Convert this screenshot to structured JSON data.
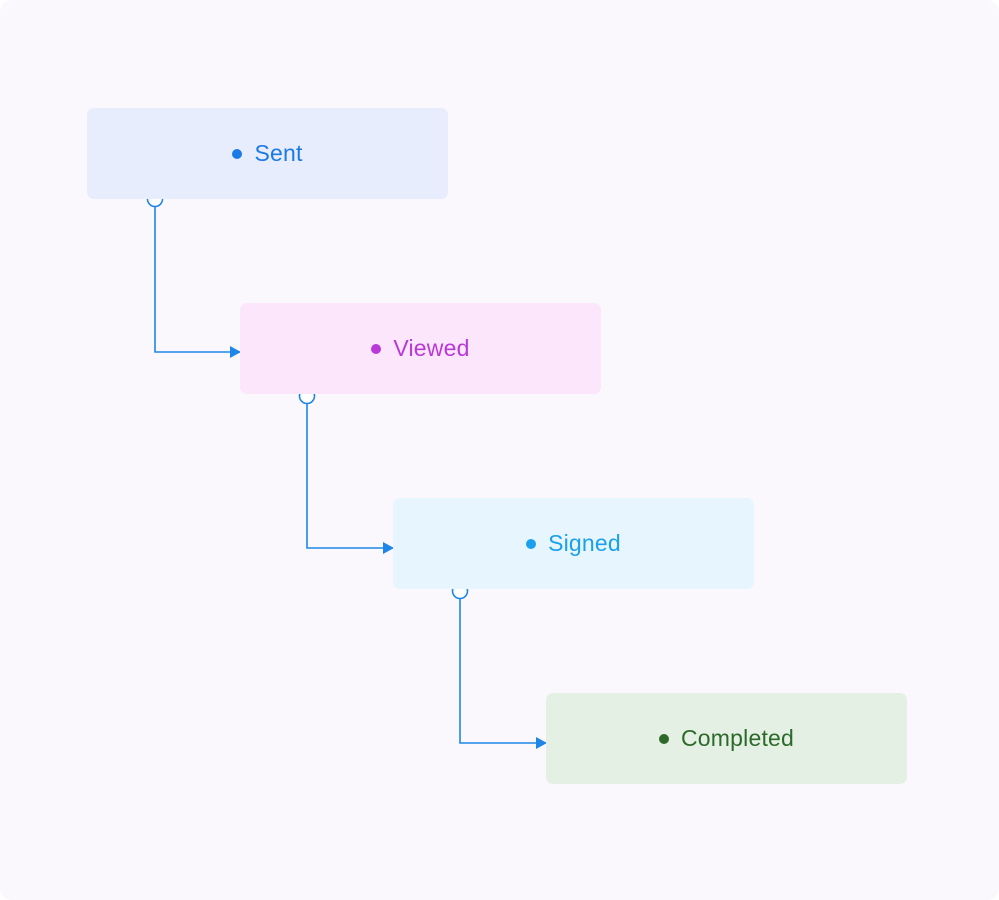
{
  "flow": {
    "connector_color": "#1e86e8",
    "stages": [
      {
        "label": "Sent",
        "accent": "#1c7ae6",
        "fill": "#e7edfd"
      },
      {
        "label": "Viewed",
        "accent": "#b838d8",
        "fill": "#fbe6fc"
      },
      {
        "label": "Signed",
        "accent": "#1ba0ee",
        "fill": "#e7f6fe"
      },
      {
        "label": "Completed",
        "accent": "#2d6a2a",
        "fill": "#e4f0e3"
      }
    ]
  }
}
